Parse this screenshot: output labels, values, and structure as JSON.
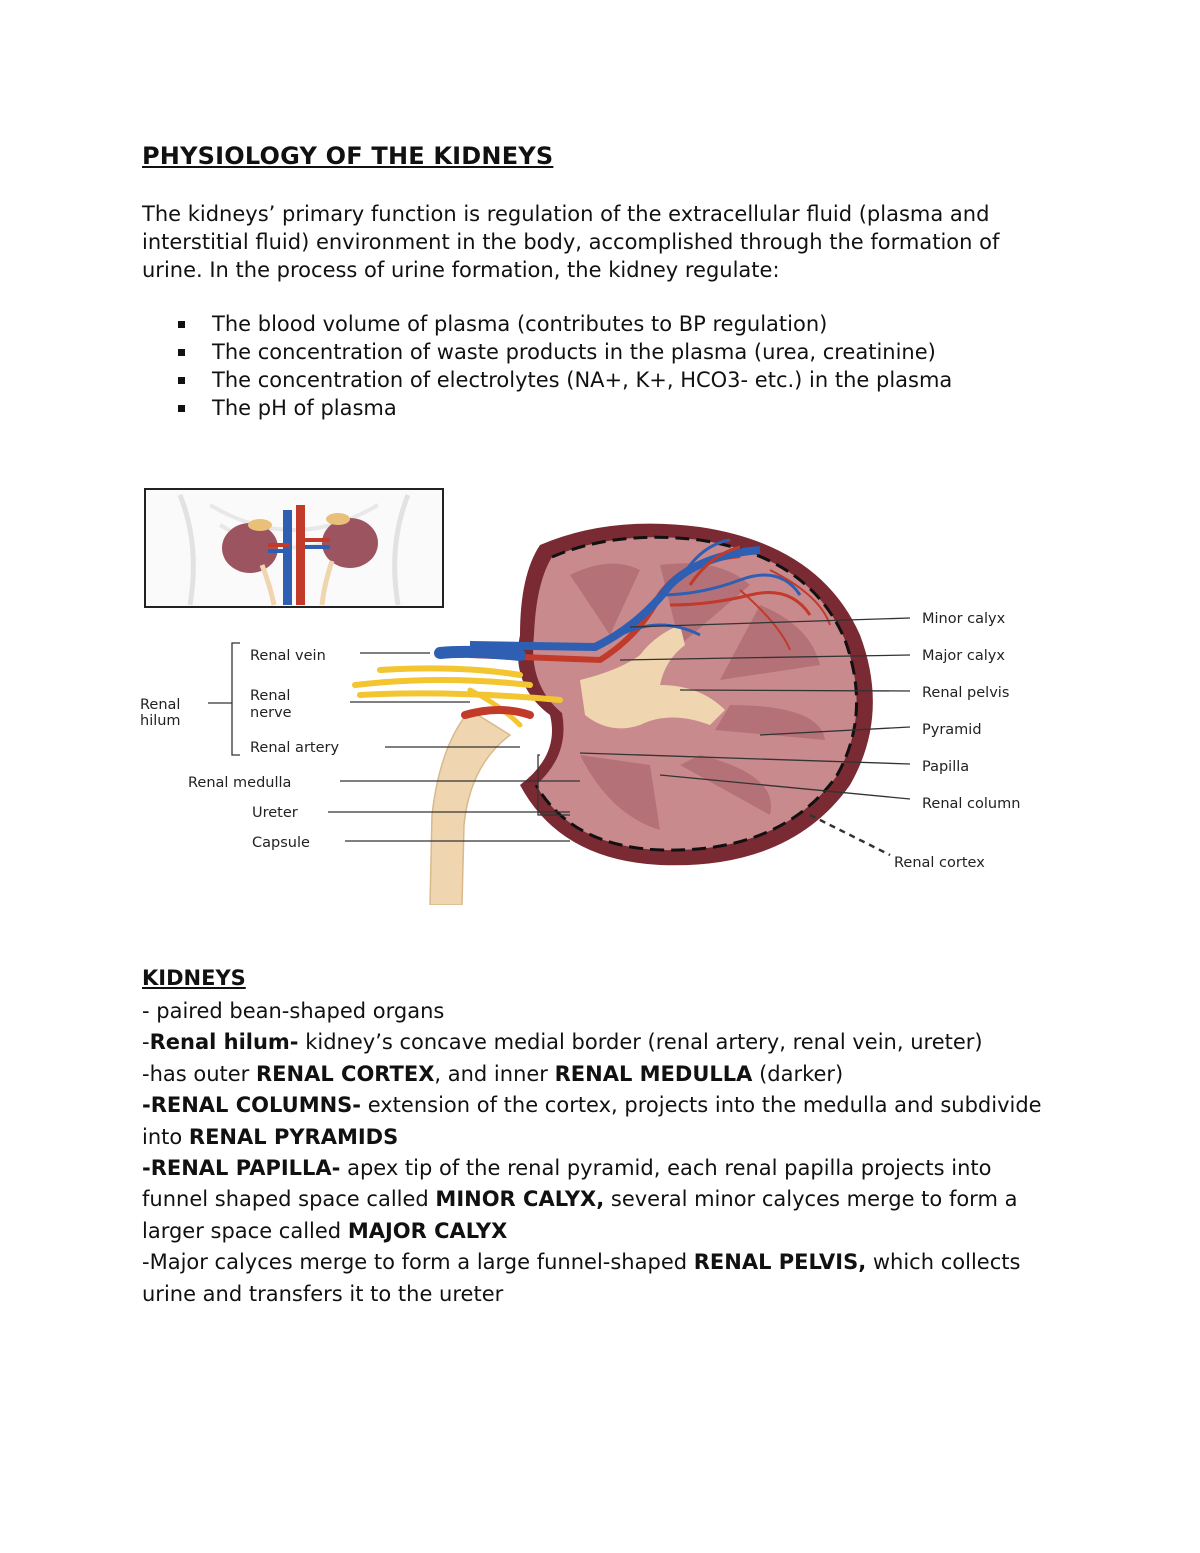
{
  "title": "PHYSIOLOGY OF THE KIDNEYS",
  "intro": "The kidneys’ primary function is regulation of the extracellular fluid (plasma and interstitial fluid) environment in the body, accomplished through the formation of urine. In the process of urine formation, the kidney regulate:",
  "bullets": [
    "The blood volume of plasma (contributes to BP regulation)",
    "The concentration of waste products in the plasma (urea, creatinine)",
    "The concentration of electrolytes (NA+, K+, HCO3- etc.) in the plasma",
    "The pH of plasma"
  ],
  "figure": {
    "labels_left": {
      "renal_vein": "Renal vein",
      "renal_nerve_1": "Renal",
      "renal_nerve_2": "nerve",
      "renal_artery": "Renal artery",
      "renal_hilum_1": "Renal",
      "renal_hilum_2": "hilum",
      "renal_medulla": "Renal medulla",
      "ureter": "Ureter",
      "capsule": "Capsule"
    },
    "labels_right": {
      "minor_calyx": "Minor calyx",
      "major_calyx": "Major calyx",
      "renal_pelvis": "Renal pelvis",
      "pyramid": "Pyramid",
      "papilla": "Papilla",
      "renal_column": "Renal column",
      "renal_cortex": "Renal cortex"
    },
    "colors": {
      "kidney_outer": "#7a2a32",
      "kidney_inner": "#c98a8e",
      "pyramid": "#b47278",
      "vein": "#2f5fb3",
      "artery": "#c23a2a",
      "nerve": "#f2c531",
      "ureter": "#efd6b0"
    }
  },
  "section": {
    "title": "KIDNEYS",
    "l1": "- paired bean-shaped organs",
    "l2_dash": "-",
    "l2_bold": "Renal hilum-",
    "l2_rest": " kidney’s concave medial border (renal artery, renal vein, ureter)",
    "l3_a": "-has outer ",
    "l3_b": "RENAL CORTEX",
    "l3_c": ", and inner ",
    "l3_d": "RENAL MEDULLA",
    "l3_e": " (darker)",
    "l4_bold": "-RENAL COLUMNS-",
    "l4_rest": " extension of the cortex, projects into the medulla and subdivide into ",
    "l4_bold2": "RENAL PYRAMIDS",
    "l5_bold": "-RENAL PAPILLA-",
    "l5_rest": " apex tip of the renal pyramid, each renal papilla projects into funnel shaped space called ",
    "l5_bold2": "MINOR CALYX,",
    "l5_rest2": " several minor calyces merge to form a larger space called ",
    "l5_bold3": "MAJOR CALYX",
    "l6_a": "-Major calyces merge to form a large funnel-shaped ",
    "l6_bold": "RENAL PELVIS,",
    "l6_rest": " which collects urine and transfers it to the ureter"
  }
}
